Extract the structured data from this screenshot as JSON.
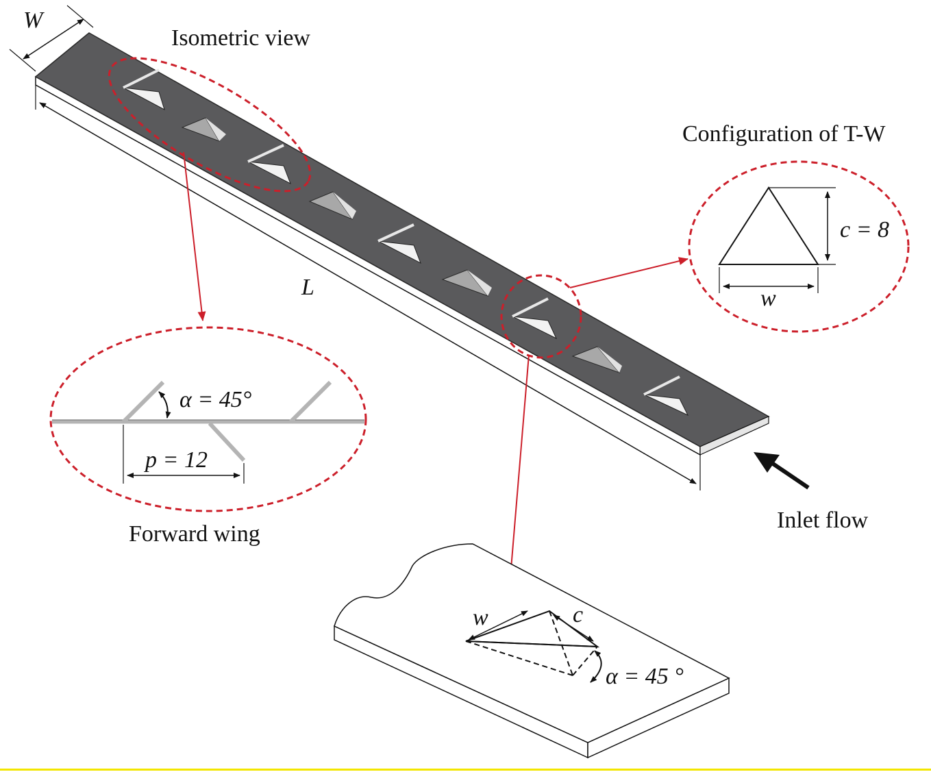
{
  "labels": {
    "dimension_width": "W",
    "dimension_length": "L",
    "isometric_view": "Isometric view",
    "configuration_title": "Configuration of T-W",
    "config_height": "c = 8",
    "config_width": "w",
    "forward_wing": "Forward wing",
    "wing_angle": "α = 45°",
    "wing_pitch": "p = 12",
    "inlet_flow": "Inlet flow",
    "detail_w": "w",
    "detail_c": "c",
    "detail_angle": "α = 45 °"
  },
  "colors": {
    "strip_top": "#5a5a5c",
    "strip_side": "#ffffff",
    "callout": "#cc1f2a",
    "ink": "#111111",
    "wing_gray": "#b4b4b4"
  }
}
